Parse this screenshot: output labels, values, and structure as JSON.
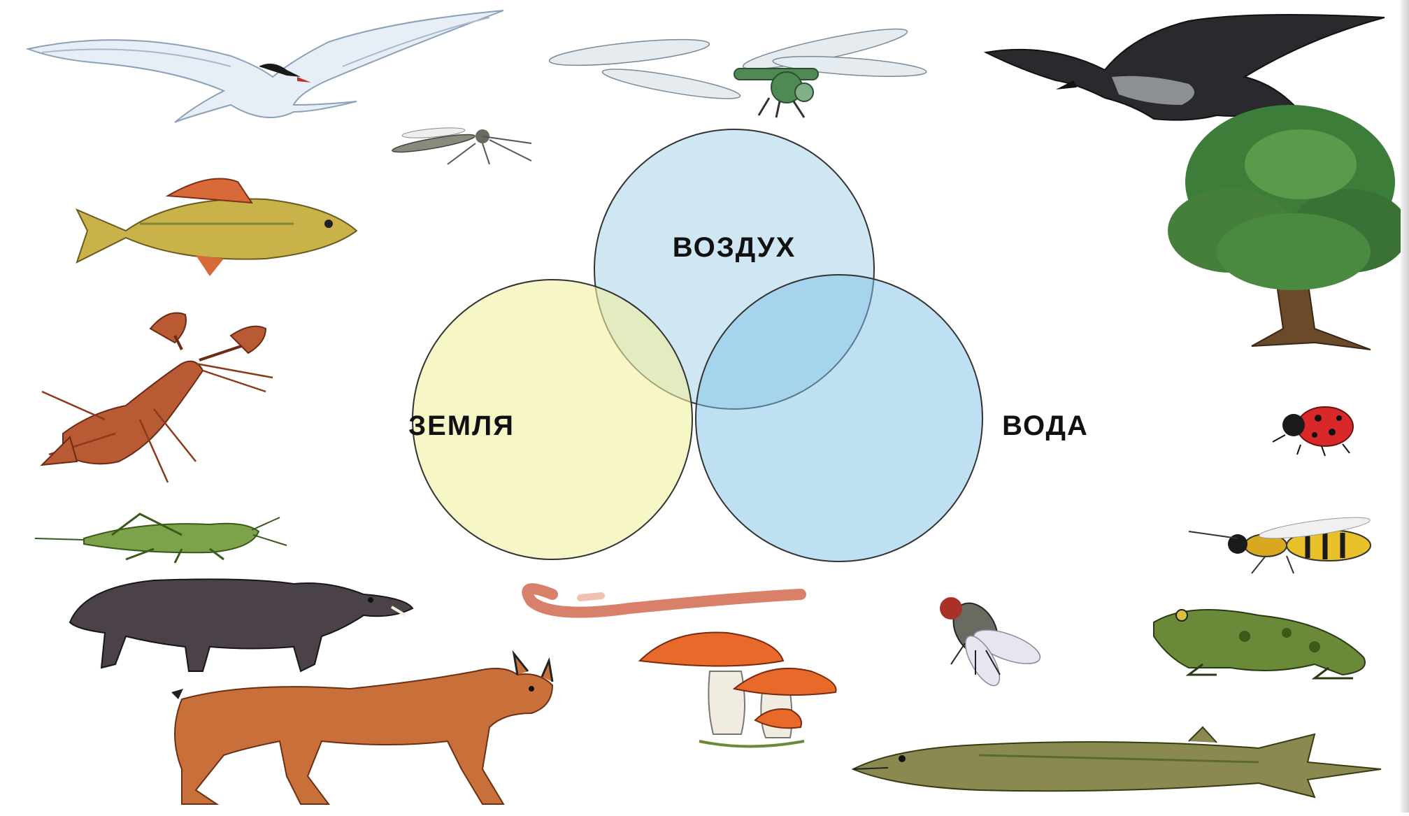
{
  "venn": {
    "sets": [
      {
        "id": "air",
        "label": "ВОЗДУХ",
        "color": "#a8d4ea"
      },
      {
        "id": "earth",
        "label": "ЗЕМЛЯ",
        "color": "#f0f0a0"
      },
      {
        "id": "water",
        "label": "ВОДА",
        "color": "#7ec2e6"
      }
    ],
    "outline_color": "#333333"
  },
  "animals": [
    {
      "name": "tern",
      "icon": "seagull-icon"
    },
    {
      "name": "dragonfly",
      "icon": "dragonfly-icon"
    },
    {
      "name": "crow",
      "icon": "crow-icon"
    },
    {
      "name": "mosquito",
      "icon": "mosquito-icon"
    },
    {
      "name": "perch",
      "icon": "fish-icon"
    },
    {
      "name": "tree",
      "icon": "tree-icon"
    },
    {
      "name": "crayfish",
      "icon": "crayfish-icon"
    },
    {
      "name": "ladybug",
      "icon": "ladybug-icon"
    },
    {
      "name": "grasshopper",
      "icon": "grasshopper-icon"
    },
    {
      "name": "wasp",
      "icon": "wasp-icon"
    },
    {
      "name": "boar",
      "icon": "boar-icon"
    },
    {
      "name": "earthworm",
      "icon": "worm-icon"
    },
    {
      "name": "fly",
      "icon": "fly-icon"
    },
    {
      "name": "frog",
      "icon": "frog-icon"
    },
    {
      "name": "lynx",
      "icon": "lynx-icon"
    },
    {
      "name": "mushrooms",
      "icon": "mushroom-icon"
    },
    {
      "name": "pike",
      "icon": "pike-icon"
    }
  ]
}
